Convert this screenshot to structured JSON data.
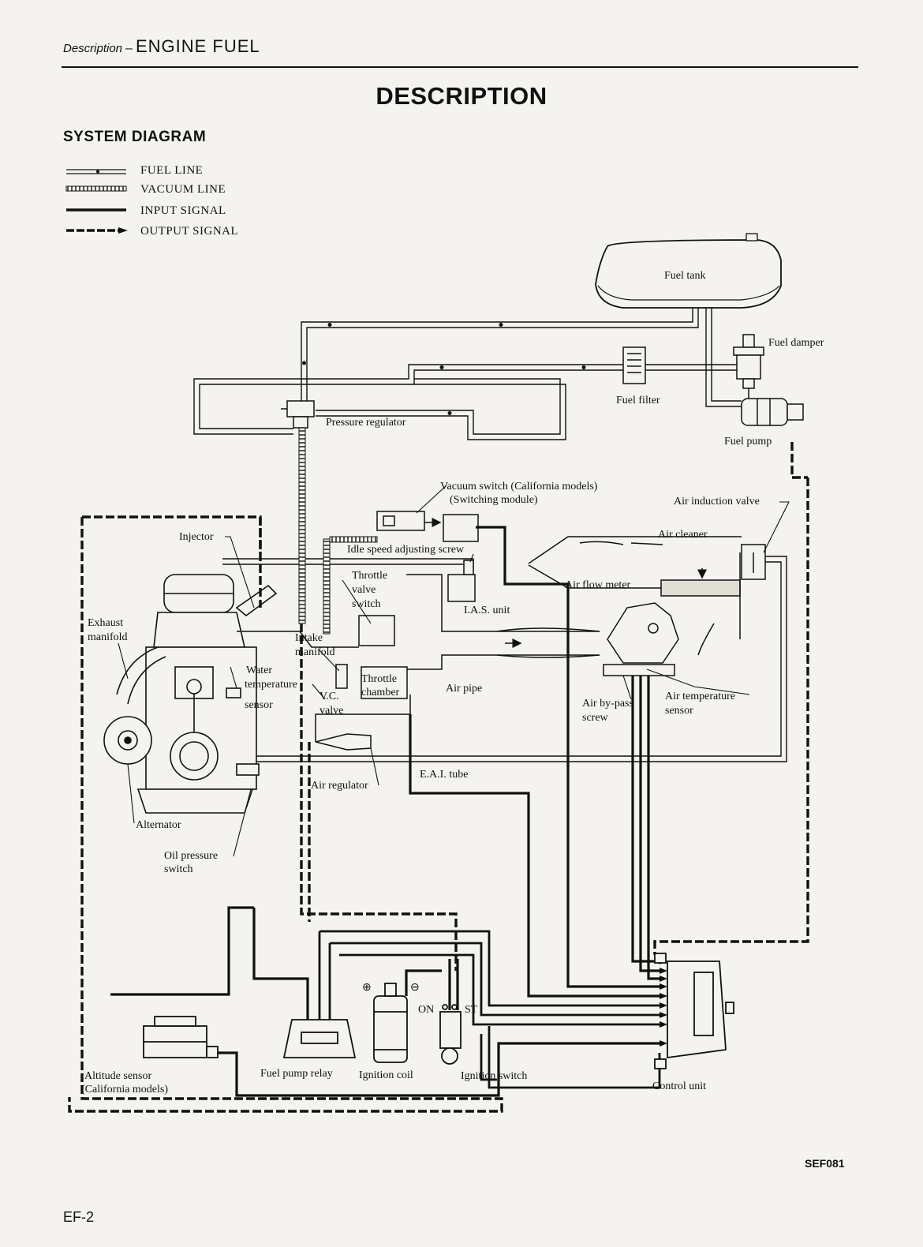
{
  "header": {
    "section": "Description",
    "chapter": "ENGINE FUEL"
  },
  "title": "DESCRIPTION",
  "subtitle": "SYSTEM DIAGRAM",
  "legend": [
    {
      "label": "FUEL LINE"
    },
    {
      "label": "VACUUM LINE"
    },
    {
      "label": "INPUT SIGNAL"
    },
    {
      "label": "OUTPUT SIGNAL"
    }
  ],
  "components": {
    "fuel_tank": "Fuel tank",
    "fuel_damper": "Fuel damper",
    "fuel_filter": "Fuel filter",
    "fuel_pump": "Fuel pump",
    "pressure_regulator": "Pressure regulator",
    "vacuum_switch_1": "Vacuum switch (California models)",
    "vacuum_switch_2": "(Switching module)",
    "air_induction_valve": "Air induction valve",
    "injector": "Injector",
    "idle_speed_screw": "Idle speed adjusting screw",
    "air_cleaner": "Air cleaner",
    "throttle_switch_1": "Throttle",
    "throttle_switch_2": "valve",
    "throttle_switch_3": "switch",
    "air_flow_meter": "Air flow meter",
    "ias_unit": "I.A.S. unit",
    "exhaust_1": "Exhaust",
    "exhaust_2": "manifold",
    "intake_1": "Intake",
    "intake_2": "manifold",
    "water_temp_1": "Water",
    "water_temp_2": "temperature",
    "water_temp_3": "sensor",
    "throttle_chamber_1": "Throttle",
    "throttle_chamber_2": "chamber",
    "air_pipe": "Air pipe",
    "vc_valve_1": "V.C.",
    "vc_valve_2": "valve",
    "air_bypass_1": "Air by-pass",
    "air_bypass_2": "screw",
    "air_temp_1": "Air temperature",
    "air_temp_2": "sensor",
    "eai_tube": "E.A.I. tube",
    "air_regulator": "Air regulator",
    "alternator": "Alternator",
    "oil_pressure_1": "Oil pressure",
    "oil_pressure_2": "switch",
    "altitude_1": "Altitude sensor",
    "altitude_2": "(California models)",
    "fuel_pump_relay": "Fuel pump relay",
    "ignition_coil": "Ignition coil",
    "ignition_switch": "Ignition  switch",
    "control_unit": "Control unit",
    "on": "ON",
    "st": "ST",
    "plus": "⊕",
    "minus": "⊖"
  },
  "footer": {
    "figure_code": "SEF081",
    "page": "EF-2"
  }
}
